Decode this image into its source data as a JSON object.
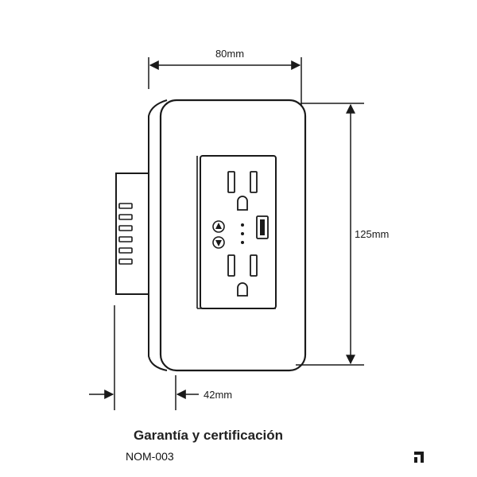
{
  "dimensions": {
    "width_label": "80mm",
    "height_label": "125mm",
    "depth_label": "42mm"
  },
  "caption": {
    "title": "Garantía y certificación",
    "code": "NOM-003"
  },
  "colors": {
    "stroke": "#1a1a1a",
    "background": "#ffffff"
  },
  "icons": {
    "usb_port": "usb-port-icon",
    "arrow_up": "arrow-up-icon",
    "arrow_down": "arrow-down-icon"
  }
}
